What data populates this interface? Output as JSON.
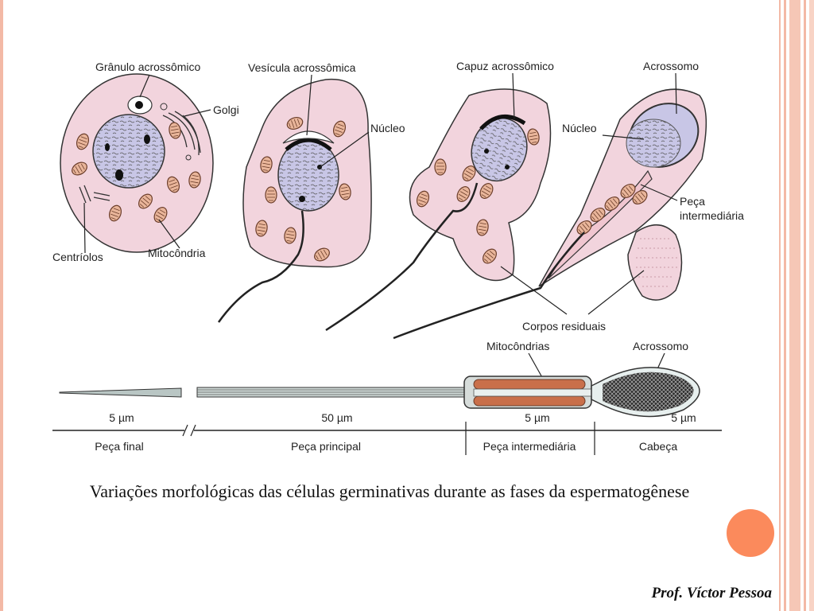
{
  "slide": {
    "caption": "Variações morfológicas das células germinativas durante as fases da espermatogênese",
    "author": "Prof. Víctor Pessoa",
    "colors": {
      "cell": "#f2d4dd",
      "nucleus": "#c8c6e6",
      "accent_dot": "#fb8a5c",
      "stripe": "#f3b9a6"
    }
  },
  "labels": {
    "granulo": "Grânulo acrossômico",
    "golgi": "Golgi",
    "centriolos": "Centríolos",
    "mitocondria": "Mitocôndria",
    "vesicula": "Vesícula acrossômica",
    "nucleo1": "Núcleo",
    "capuz": "Capuz acrossômico",
    "acrossomo1": "Acrossomo",
    "nucleo2": "Núcleo",
    "peca_line1": "Peça",
    "peca_line2": "intermediária",
    "corpos": "Corpos residuais",
    "mitocondrias": "Mitocôndrias",
    "acrossomo2": "Acrossomo"
  },
  "scale": {
    "sizes": [
      "5 µm",
      "50 µm",
      "5 µm",
      "5 µm"
    ],
    "segments": [
      "Peça final",
      "Peça principal",
      "Peça intermediária",
      "Cabeça"
    ]
  }
}
